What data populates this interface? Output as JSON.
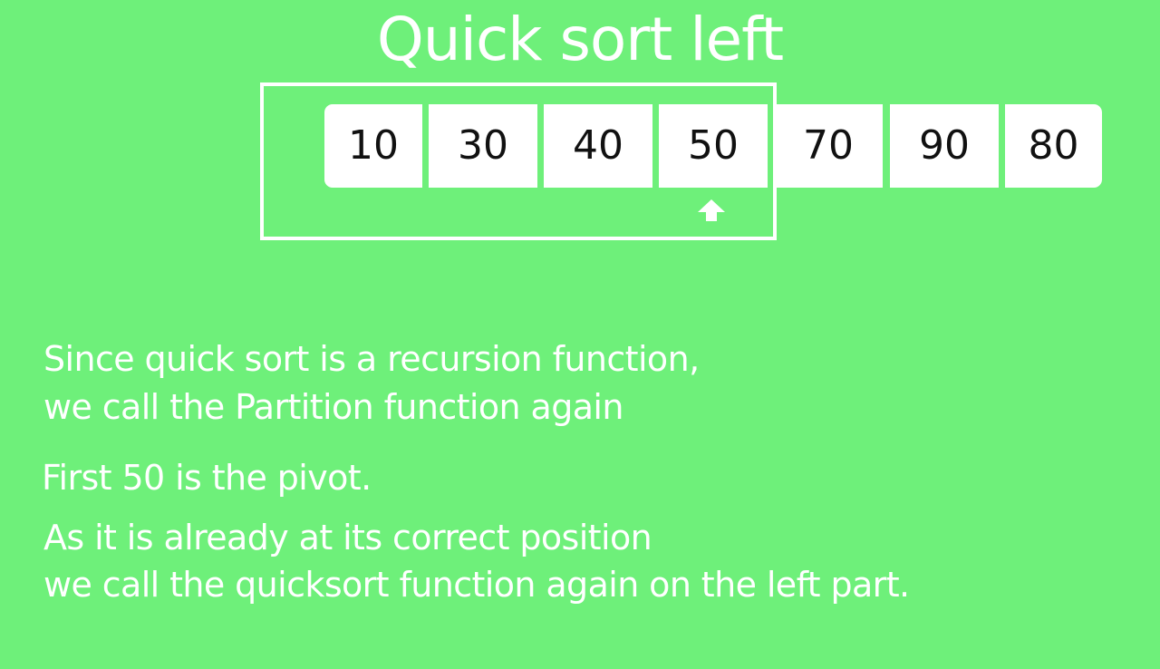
{
  "title": "Quick sort left",
  "array": {
    "values": [
      "10",
      "30",
      "40",
      "50",
      "70",
      "90",
      "80"
    ]
  },
  "pointer": {
    "icon": "arrow-up-icon",
    "index": 3
  },
  "explanation": {
    "line1": "Since quick sort is a recursion function,",
    "line2": "we call the Partition function again",
    "line3": "First 50 is the pivot.",
    "line4": "As it is already at its correct position",
    "line5": "we call the quicksort function again on the left part."
  },
  "colors": {
    "background": "#6ef07a",
    "cell": "#ffffff",
    "cell_text": "#111111",
    "accent": "#ffffff"
  }
}
